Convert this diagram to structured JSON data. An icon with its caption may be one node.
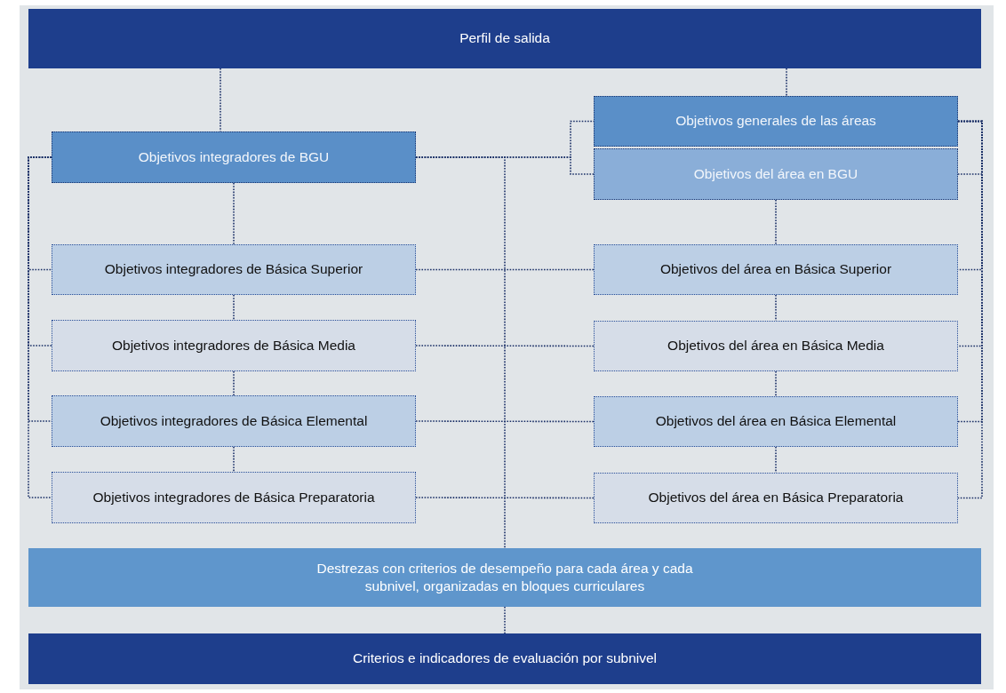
{
  "diagram": {
    "nodes": [
      {
        "text": [
          "Perfil de salida"
        ]
      },
      {
        "text": [
          "Objetivos integradores de BGU"
        ]
      },
      {
        "text": [
          "Objetivos generales de las áreas"
        ]
      },
      {
        "text": [
          "Objetivos del área en BGU"
        ]
      },
      {
        "text": [
          "Objetivos integradores de Básica Superior"
        ]
      },
      {
        "text": [
          "Objetivos integradores de Básica Media"
        ]
      },
      {
        "text": [
          "Objetivos integradores de Básica Elemental"
        ]
      },
      {
        "text": [
          "Objetivos integradores de Básica Preparatoria"
        ]
      },
      {
        "text": [
          "Objetivos del área en Básica Superior"
        ]
      },
      {
        "text": [
          "Objetivos del área en Básica Media"
        ]
      },
      {
        "text": [
          "Objetivos del área en Básica Elemental"
        ]
      },
      {
        "text": [
          "Objetivos del área en Básica Preparatoria"
        ]
      },
      {
        "text": [
          "Destrezas con criterios de desempeño para cada área y cada subnivel, organizadas en bloques curriculares"
        ]
      },
      {
        "text": [
          "Criterios e indicadores de evaluación por subnivel"
        ]
      }
    ],
    "edges": [
      {
        "from": 0,
        "to": 1,
        "arrow": "none"
      },
      {
        "from": 0,
        "to": 2,
        "arrow": "none"
      },
      {
        "from": 1,
        "to": 4,
        "arrow": "none"
      },
      {
        "from": 4,
        "to": 5,
        "arrow": "none"
      },
      {
        "from": 5,
        "to": 6,
        "arrow": "none"
      },
      {
        "from": 6,
        "to": 7,
        "arrow": "none"
      },
      {
        "from": 3,
        "to": 8,
        "arrow": "none"
      },
      {
        "from": 8,
        "to": 9,
        "arrow": "none"
      },
      {
        "from": 9,
        "to": 10,
        "arrow": "none"
      },
      {
        "from": 10,
        "to": 11,
        "arrow": "none"
      },
      {
        "from": 1,
        "to": 4,
        "arrow": "none"
      },
      {
        "from": 1,
        "to": 5,
        "arrow": "none"
      },
      {
        "from": 1,
        "to": 6,
        "arrow": "none"
      },
      {
        "from": 1,
        "to": 7,
        "arrow": "none"
      },
      {
        "from": 1,
        "to": 2,
        "arrow": "none"
      },
      {
        "from": 1,
        "to": 3,
        "arrow": "none"
      },
      {
        "from": 4,
        "to": 8,
        "arrow": "none"
      },
      {
        "from": 5,
        "to": 9,
        "arrow": "none"
      },
      {
        "from": 6,
        "to": 10,
        "arrow": "none"
      },
      {
        "from": 7,
        "to": 11,
        "arrow": "none"
      },
      {
        "from": 2,
        "to": 3,
        "arrow": "none"
      },
      {
        "from": 2,
        "to": 8,
        "arrow": "none"
      },
      {
        "from": 2,
        "to": 9,
        "arrow": "none"
      },
      {
        "from": 2,
        "to": 10,
        "arrow": "none"
      },
      {
        "from": 2,
        "to": 11,
        "arrow": "none"
      },
      {
        "from": 1,
        "to": 12,
        "arrow": "none"
      },
      {
        "from": 12,
        "to": 13,
        "arrow": "none"
      }
    ]
  }
}
